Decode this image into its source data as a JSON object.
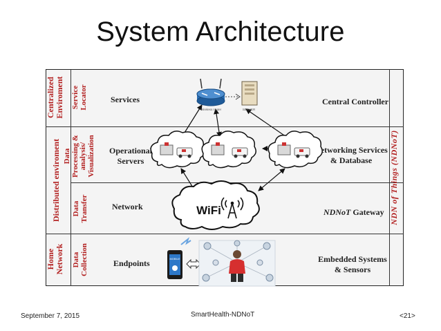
{
  "slide": {
    "title": "System Architecture",
    "footer": {
      "date": "September 7, 2015",
      "center": "SmartHealth-NDNoT",
      "page": "<21>"
    }
  },
  "diagram": {
    "left_groups": [
      {
        "line1": "Centralized",
        "line2": "Enviroment"
      },
      {
        "line1": "Distributed enviroment",
        "line2": ""
      },
      {
        "line1": "Home",
        "line2": "Network"
      }
    ],
    "layers": [
      {
        "lines": [
          "Service",
          "Locator"
        ]
      },
      {
        "lines": [
          "Data",
          "Processing &",
          "analysis/",
          "Visualization"
        ]
      },
      {
        "lines": [
          "Data",
          "Transfer"
        ]
      },
      {
        "lines": [
          "Data",
          "Collection"
        ]
      }
    ],
    "components": [
      {
        "label": "Services"
      },
      {
        "label": "Operational",
        "label2": "Servers"
      },
      {
        "label": "Network"
      },
      {
        "label": "Endpoints"
      }
    ],
    "right_labels": [
      {
        "line1": "Central Controller",
        "line2": ""
      },
      {
        "line1": "Networking Services",
        "line2": "& Database"
      },
      {
        "line1_italic": "NDNoT",
        "line1": " Gateway",
        "line2": ""
      },
      {
        "line1": "Embedded Systems",
        "line2": "& Sensors"
      }
    ],
    "side_title": "NDN of Things (NDNoT)",
    "images": {
      "router_caption": "Wireless router",
      "server_caption": "SERVER",
      "wifi_text": "WiFi",
      "phone_text": "MOBILE"
    },
    "colors": {
      "label_red": "#b22020",
      "frame_border": "#222222",
      "frame_bg": "#f4f4f4"
    }
  }
}
